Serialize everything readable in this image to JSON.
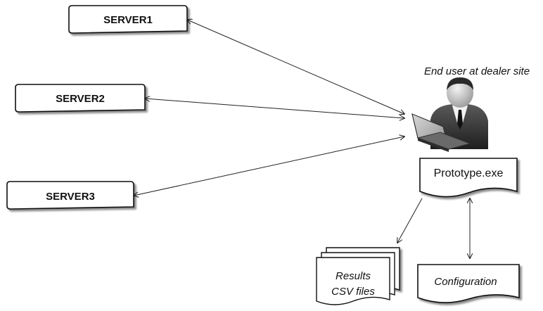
{
  "servers": [
    {
      "label": "SERVER1"
    },
    {
      "label": "SERVER2"
    },
    {
      "label": "SERVER3"
    }
  ],
  "user": {
    "caption": "End user at dealer site",
    "icon": "user-at-laptop-icon"
  },
  "program": {
    "label": "Prototype.exe"
  },
  "results": {
    "line1": "Results",
    "line2": "CSV files"
  },
  "config": {
    "label": "Configuration"
  }
}
